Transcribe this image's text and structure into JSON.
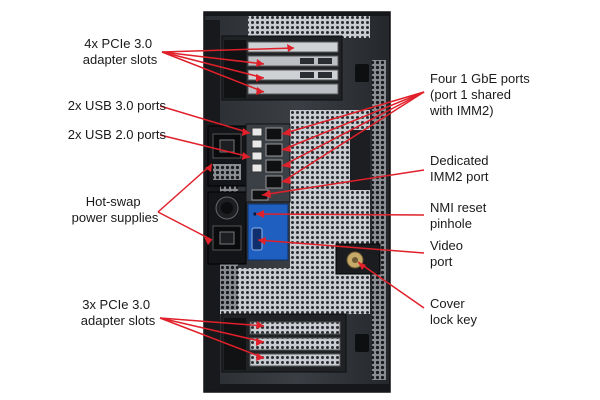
{
  "diagram": {
    "colors": {
      "leader": "#e0202a",
      "chassis": "#1f2226",
      "panel": "#3a3e43",
      "blue_panel": "#1f5fbf",
      "background": "#ffffff"
    },
    "labels": {
      "pcie_top": [
        "4x PCIe 3.0",
        "adapter slots"
      ],
      "usb3": [
        "2x USB 3.0 ports"
      ],
      "usb2": [
        "2x USB 2.0 ports"
      ],
      "psu": [
        "Hot-swap",
        "power supplies"
      ],
      "pcie_bottom": [
        "3x PCIe 3.0",
        "adapter slots"
      ],
      "gbe": [
        "Four 1 GbE ports",
        "(port 1 shared",
        "with IMM2)"
      ],
      "imm2": [
        "Dedicated",
        "IMM2 port"
      ],
      "nmi": [
        "NMI reset",
        "pinhole"
      ],
      "video": [
        "Video",
        "port"
      ],
      "cover": [
        "Cover",
        "lock key"
      ]
    }
  }
}
